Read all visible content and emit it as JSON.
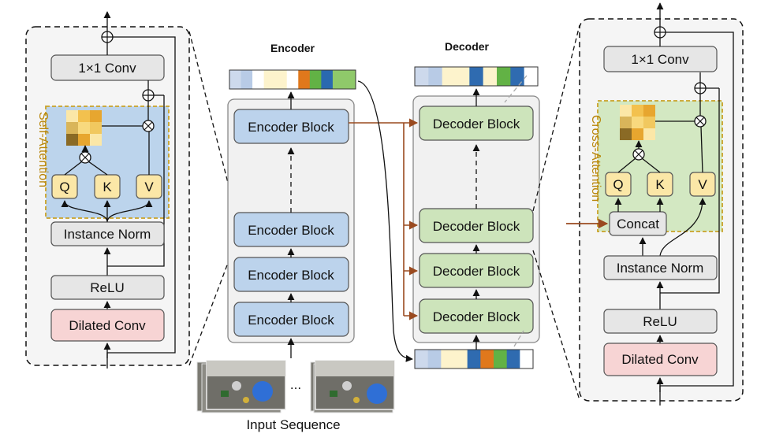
{
  "encoder": {
    "title": "Encoder",
    "block_label": "Encoder Block",
    "output_strip": [
      "#cdd9ec",
      "#b8cbe6",
      "#ffffff",
      "#fdf3cc",
      "#fdf3cc",
      "#ffffff",
      "#e0781c",
      "#62b245",
      "#2a69b0",
      "#8fc96a",
      "#8fc96a"
    ]
  },
  "decoder": {
    "title": "Decoder",
    "block_label": "Decoder Block",
    "output_strip": [
      "#cdd9ec",
      "#b8cbe6",
      "#fdf3cc",
      "#fdf3cc",
      "#2f6bb0",
      "#fdf3cc",
      "#62b245",
      "#2f6bb0",
      "#ffffff"
    ],
    "input_strip": [
      "#cdd9ec",
      "#b8cbe6",
      "#fdf3cc",
      "#fdf3cc",
      "#2f6bb0",
      "#e0781c",
      "#62b245",
      "#2f6bb0",
      "#ffffff"
    ]
  },
  "left_detail": {
    "conv_label": "1×1 Conv",
    "attention_label": "Self-Attention",
    "q": "Q",
    "k": "K",
    "v": "V",
    "norm_label": "Instance Norm",
    "relu_label": "ReLU",
    "dilated_label": "Dilated Conv"
  },
  "right_detail": {
    "conv_label": "1×1 Conv",
    "attention_label": "Cross-Attention",
    "q": "Q",
    "k": "K",
    "v": "V",
    "concat_label": "Concat",
    "norm_label": "Instance Norm",
    "relu_label": "ReLU",
    "dilated_label": "Dilated Conv"
  },
  "input": {
    "caption": "Input Sequence",
    "ellipsis": "..."
  },
  "colors": {
    "encoder_block": "#bcd3ec",
    "decoder_block": "#cde4bb",
    "gray_box": "#e6e6e6",
    "dilated_box": "#f7d4d4",
    "qkv_box": "#fbe7a7",
    "self_attention_bg": "#bcd4ec",
    "cross_attention_bg": "#d3e8c2",
    "attention_border": "#c9a227",
    "skip_arrow": "#9a4a1f"
  }
}
